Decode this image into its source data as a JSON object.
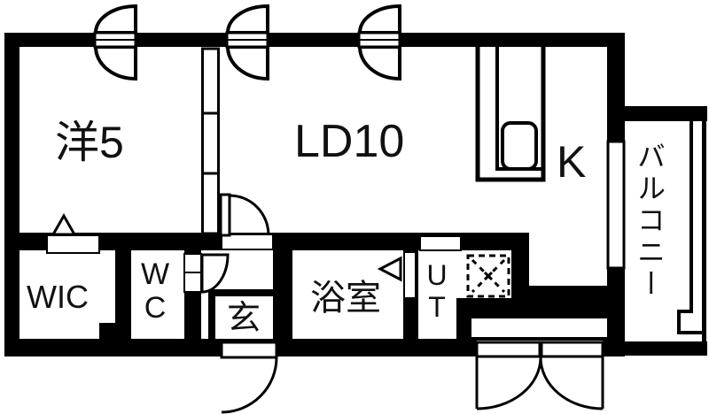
{
  "floorplan": {
    "type": "apartment-floor-plan",
    "rooms": {
      "western_room": {
        "label": "洋5"
      },
      "living_dining": {
        "label": "LD10"
      },
      "kitchen": {
        "label": "K"
      },
      "balcony": {
        "label": "バルコニー"
      },
      "walk_in_closet": {
        "label": "WIC"
      },
      "toilet": {
        "label": "WC"
      },
      "entrance": {
        "label": "玄"
      },
      "bathroom": {
        "label": "浴室"
      },
      "utility": {
        "label": "UT"
      }
    },
    "colors": {
      "wall": "#000000",
      "floor": "#ffffff",
      "line": "#000000"
    }
  }
}
